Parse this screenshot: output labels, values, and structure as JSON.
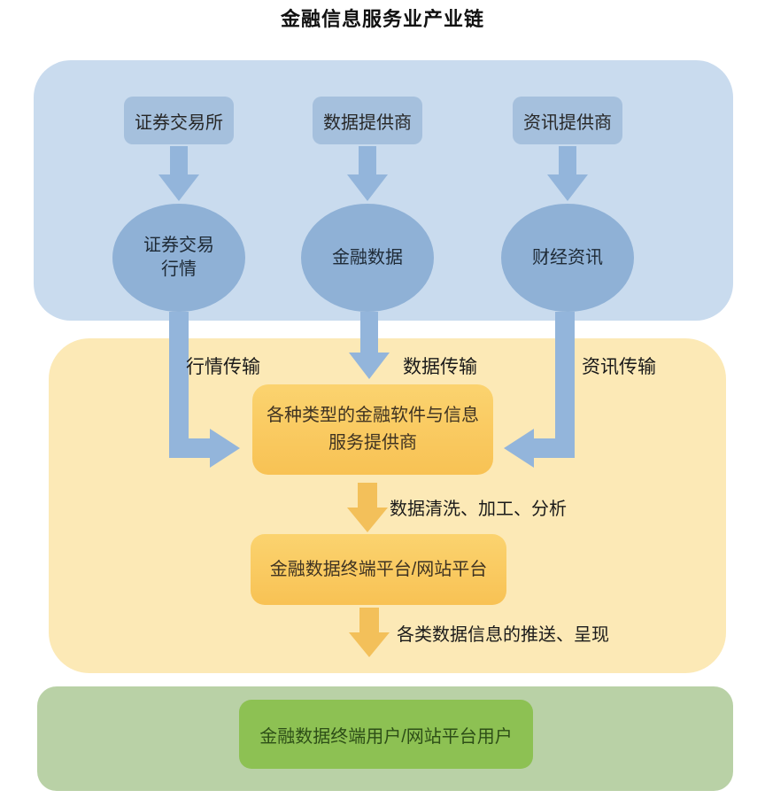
{
  "title": "金融信息服务业产业链",
  "palette": {
    "panel_blue": "#c9dbee",
    "node_blue": "#a5c0dd",
    "ellipse_blue": "#8fb1d6",
    "arrow_blue": "#93b5db",
    "panel_yellow": "#fce9b6",
    "node_orange": "#f9c75e",
    "arrow_orange": "#f3c05a",
    "panel_green": "#b9d1a6",
    "node_green": "#8dc153"
  },
  "upstream": {
    "sources": [
      {
        "label": "证券交易所"
      },
      {
        "label": "数据提供商"
      },
      {
        "label": "资讯提供商"
      }
    ],
    "outputs": [
      {
        "label": "证券交易\n行情"
      },
      {
        "label": "金融数据"
      },
      {
        "label": "财经资讯"
      }
    ]
  },
  "midstream": {
    "flow_labels": [
      "行情传输",
      "数据传输",
      "资讯传输"
    ],
    "provider_box": "各种类型的金融软件与信息\n服务提供商",
    "process_label": "数据清洗、加工、分析",
    "platform_box": "金融数据终端平台/网站平台",
    "delivery_label": "各类数据信息的推送、呈现"
  },
  "downstream": {
    "user_box": "金融数据终端用户/网站平台用户"
  }
}
